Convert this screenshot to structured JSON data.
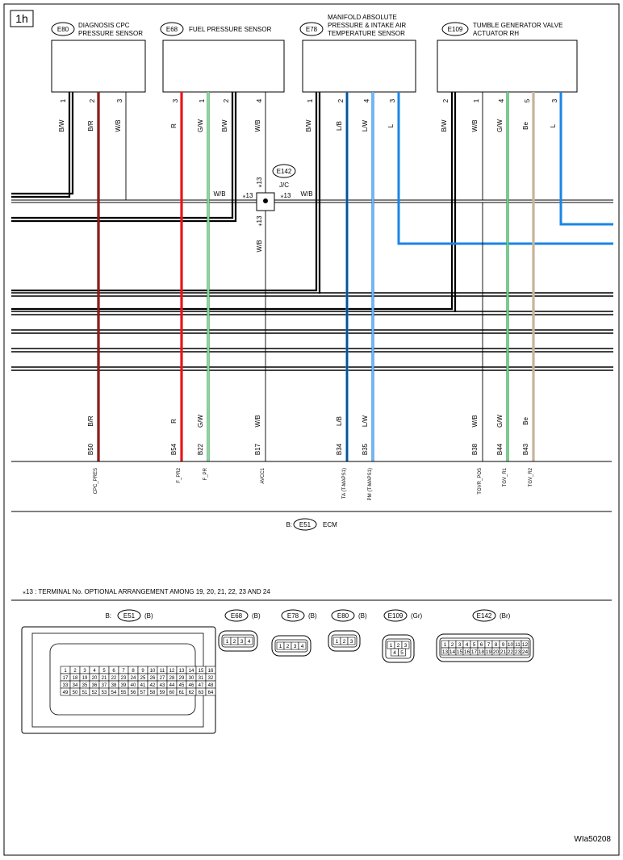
{
  "page": {
    "label": "1h",
    "figure_id": "WIa50208"
  },
  "wire_colors": {
    "black": "#000000",
    "red": "#e8141b",
    "green": "#2aa349",
    "blue": "#1a85e6",
    "beige": "#c8b49b",
    "brown": "#5a1a12"
  },
  "components": [
    {
      "id": "E80",
      "name": [
        "DIAGNOSIS CPC",
        "PRESSURE SENSOR"
      ]
    },
    {
      "id": "E68",
      "name": [
        "FUEL PRESSURE SENSOR"
      ]
    },
    {
      "id": "E78",
      "name": [
        "MANIFOLD ABSOLUTE",
        "PRESSURE & INTAKE AIR",
        "TEMPERATURE SENSOR"
      ]
    },
    {
      "id": "E109",
      "name": [
        "TUMBLE GENERATOR VALVE",
        "ACTUATOR RH"
      ]
    }
  ],
  "pins": [
    {
      "comp": "E80",
      "pin": "1",
      "wire": "B/W"
    },
    {
      "comp": "E80",
      "pin": "2",
      "wire": "B/R"
    },
    {
      "comp": "E80",
      "pin": "3",
      "wire": "W/B"
    },
    {
      "comp": "E68",
      "pin": "3",
      "wire": "R"
    },
    {
      "comp": "E68",
      "pin": "1",
      "wire": "G/W"
    },
    {
      "comp": "E68",
      "pin": "2",
      "wire": "B/W"
    },
    {
      "comp": "E68",
      "pin": "4",
      "wire": "W/B"
    },
    {
      "comp": "E78",
      "pin": "1",
      "wire": "B/W"
    },
    {
      "comp": "E78",
      "pin": "2",
      "wire": "L/B"
    },
    {
      "comp": "E78",
      "pin": "4",
      "wire": "L/W"
    },
    {
      "comp": "E78",
      "pin": "3",
      "wire": "L"
    },
    {
      "comp": "E109",
      "pin": "2",
      "wire": "B/W"
    },
    {
      "comp": "E109",
      "pin": "1",
      "wire": "W/B"
    },
    {
      "comp": "E109",
      "pin": "4",
      "wire": "G/W"
    },
    {
      "comp": "E109",
      "pin": "5",
      "wire": "Be"
    },
    {
      "comp": "E109",
      "pin": "3",
      "wire": "L"
    }
  ],
  "joint": {
    "id": "E142",
    "type": "J/C",
    "wire": "W/B",
    "note_mark": "⁎13"
  },
  "ecm": {
    "connector": "B:",
    "id": "E51",
    "name": "ECM"
  },
  "ecm_terminals": [
    {
      "wire": "B/R",
      "pin": "B50",
      "signal": "CPC_PRES"
    },
    {
      "wire": "R",
      "pin": "B54",
      "signal": "F_PR2"
    },
    {
      "wire": "G/W",
      "pin": "B22",
      "signal": "F_PR"
    },
    {
      "wire": "W/B",
      "pin": "B17",
      "signal": "AVCC1"
    },
    {
      "wire": "L/B",
      "pin": "B34",
      "signal": "TA (T-MAPS1)"
    },
    {
      "wire": "L/W",
      "pin": "B35",
      "signal": "PM (T-MAPS1)"
    },
    {
      "wire": "W/B",
      "pin": "B38",
      "signal": "TGVR_POS"
    },
    {
      "wire": "G/W",
      "pin": "B44",
      "signal": "TGV_R1"
    },
    {
      "wire": "Be",
      "pin": "B43",
      "signal": "TGV_R2"
    }
  ],
  "footnote": "⁎13 : TERMINAL No. OPTIONAL ARRANGEMENT AMONG 19, 20, 21, 22, 23 AND 24",
  "connector_views": [
    {
      "prefix": "B:",
      "id": "E51",
      "color": "(B)",
      "rows": [
        [
          "1",
          "2",
          "3",
          "4",
          "5",
          "6",
          "7",
          "8",
          "9",
          "10",
          "11",
          "12",
          "13",
          "14",
          "15",
          "16"
        ],
        [
          "17",
          "18",
          "19",
          "20",
          "21",
          "22",
          "23",
          "24",
          "25",
          "26",
          "27",
          "28",
          "29",
          "30",
          "31",
          "32"
        ],
        [
          "33",
          "34",
          "35",
          "36",
          "37",
          "38",
          "39",
          "40",
          "41",
          "42",
          "43",
          "44",
          "45",
          "46",
          "47",
          "48"
        ],
        [
          "49",
          "50",
          "51",
          "52",
          "53",
          "54",
          "55",
          "56",
          "57",
          "58",
          "59",
          "60",
          "61",
          "62",
          "63",
          "64"
        ]
      ]
    },
    {
      "prefix": "",
      "id": "E68",
      "color": "(B)",
      "rows": [
        [
          "1",
          "2",
          "3",
          "4"
        ]
      ]
    },
    {
      "prefix": "",
      "id": "E78",
      "color": "(B)",
      "rows": [
        [
          "1",
          "2",
          "3",
          "4"
        ]
      ]
    },
    {
      "prefix": "",
      "id": "E80",
      "color": "(B)",
      "rows": [
        [
          "1",
          "2",
          "3"
        ]
      ]
    },
    {
      "prefix": "",
      "id": "E109",
      "color": "(Gr)",
      "rows": [
        [
          "1",
          "2",
          "3"
        ],
        [
          "4",
          "5"
        ]
      ]
    },
    {
      "prefix": "",
      "id": "E142",
      "color": "(Br)",
      "rows": [
        [
          "1",
          "2",
          "3",
          "4",
          "5",
          "6",
          "7",
          "8",
          "9",
          "10",
          "11",
          "12"
        ],
        [
          "13",
          "14",
          "15",
          "16",
          "17",
          "18",
          "19",
          "20",
          "21",
          "22",
          "23",
          "24"
        ]
      ]
    }
  ]
}
